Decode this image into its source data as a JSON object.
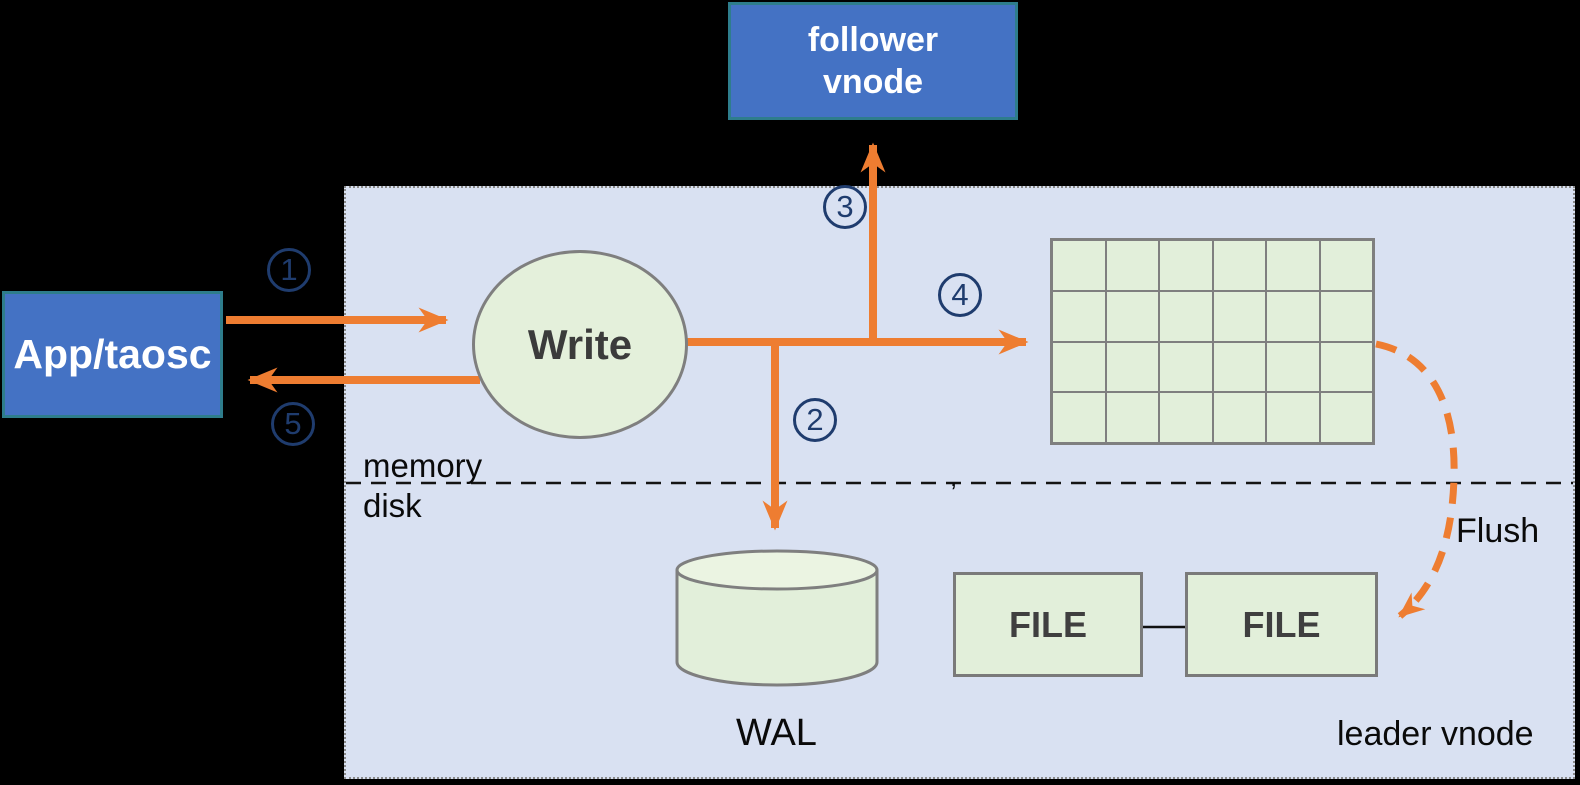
{
  "diagram": {
    "type": "flow-diagram",
    "region_label": "leader vnode"
  },
  "colors": {
    "background": "#000000",
    "region_fill": "#D9E1F2",
    "node_blue": "#4472C4",
    "node_blue_border": "#2E7D8C",
    "shape_green": "#E2EFDA",
    "shape_border_gray": "#7F7F7F",
    "arrow_orange": "#EE7D31",
    "step_navy": "#1F3C6E",
    "dark_text": "#3B3B3B"
  },
  "nodes": {
    "follower_vnode": {
      "line1": "follower",
      "line2": "vnode"
    },
    "app": {
      "label": "App/taosc"
    },
    "write": {
      "label": "Write"
    },
    "wal": {
      "label": "WAL"
    },
    "files": [
      "FILE",
      "FILE"
    ],
    "memtable_grid": {
      "rows": 4,
      "columns": 6
    }
  },
  "labels": {
    "memory": "memory",
    "disk": "disk",
    "flush": "Flush",
    "leader_vnode": "leader vnode",
    "stray_mark": ","
  },
  "steps": [
    "1",
    "2",
    "3",
    "4",
    "5"
  ]
}
